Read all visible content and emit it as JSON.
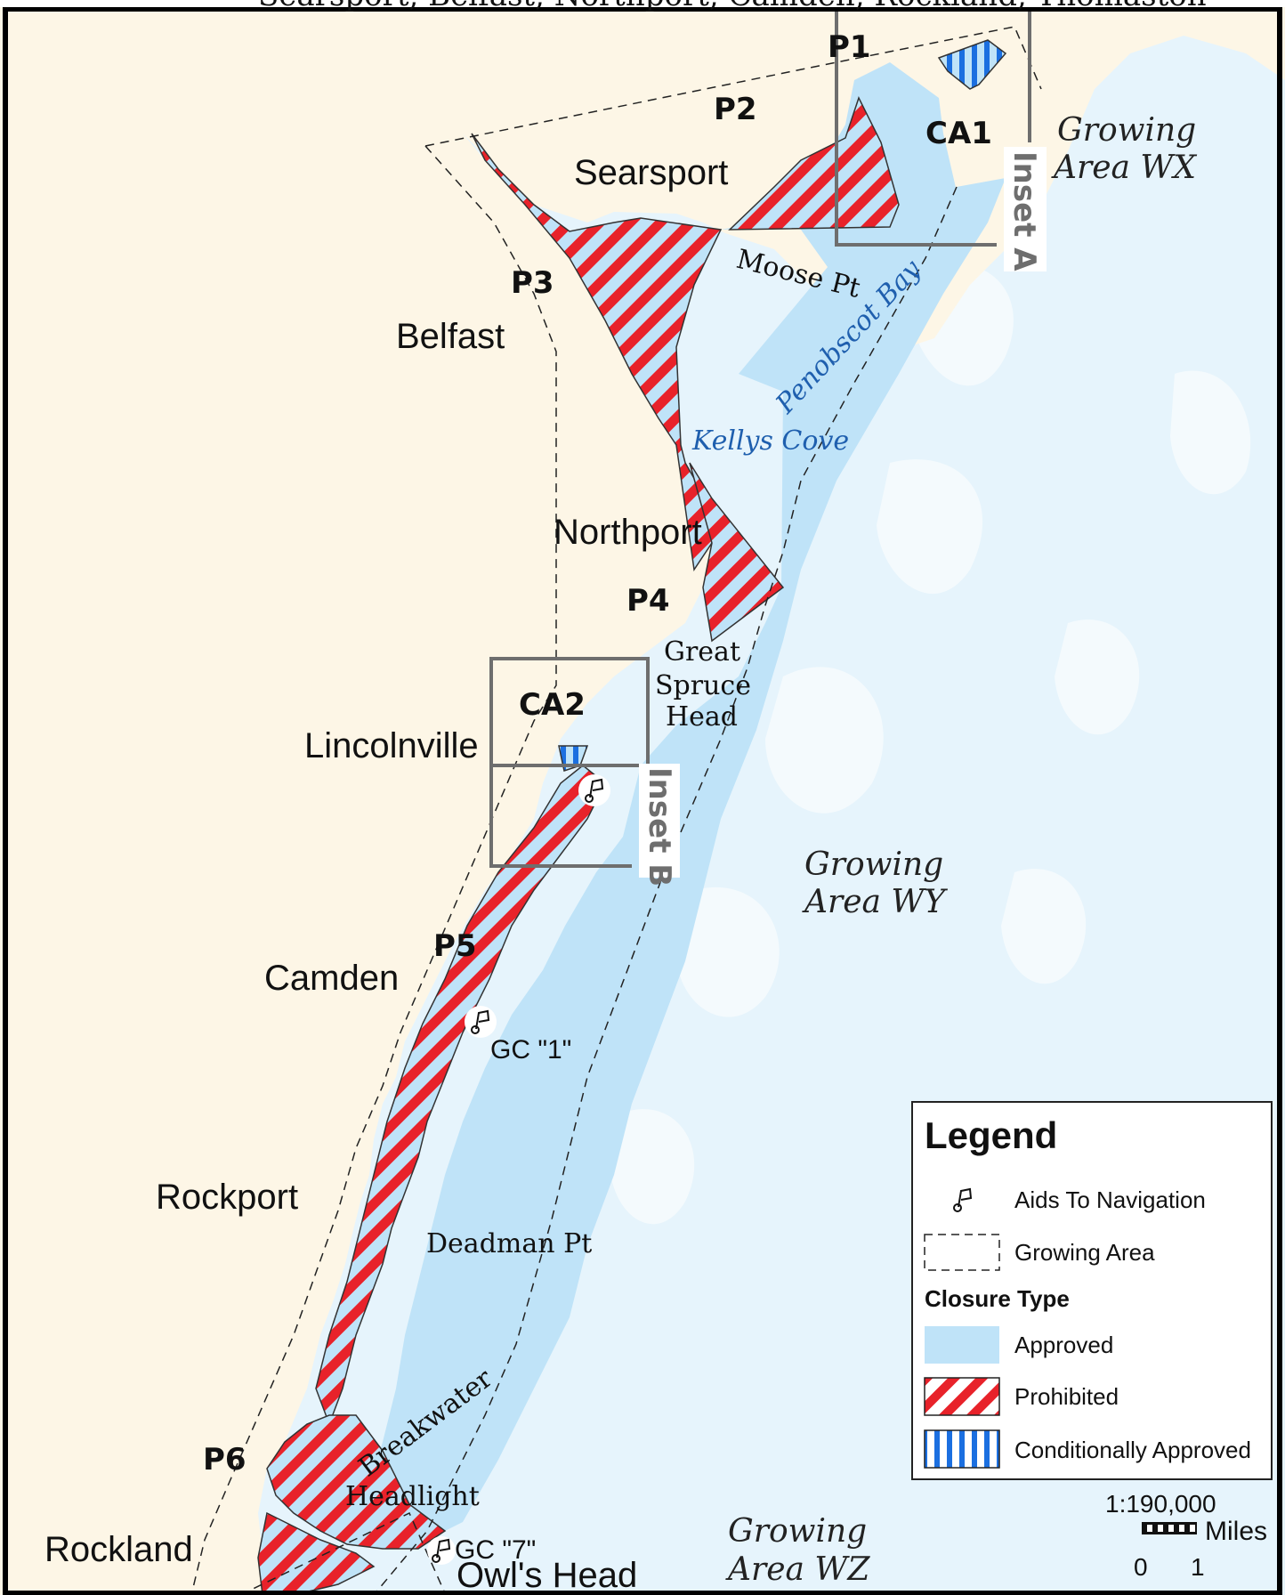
{
  "top_caption": "Searsport, Belfast, Northport, Camden, Rockland, Thomaston",
  "towns": {
    "searsport": "Searsport",
    "belfast": "Belfast",
    "northport": "Northport",
    "lincolnville": "Lincolnville",
    "camden": "Camden",
    "rockport": "Rockport",
    "rockland": "Rockland",
    "owls_head": "Owl's Head"
  },
  "area_codes": {
    "p1": "P1",
    "p2": "P2",
    "p3": "P3",
    "p4": "P4",
    "p5": "P5",
    "p6": "P6",
    "ca1": "CA1",
    "ca2": "CA2"
  },
  "places": {
    "moose_pt": "Moose Pt",
    "great": "Great",
    "spruce": "Spruce",
    "head": "Head",
    "deadman_pt": "Deadman Pt",
    "breakwater": "Breakwater",
    "headlight": "Headlight"
  },
  "water_names": {
    "penobscot_bay": "Penobscot Bay",
    "kellys_cove": "Kellys Cove"
  },
  "growing_areas": {
    "wx_line1": "Growing",
    "wx_line2": "Area WX",
    "wy_line1": "Growing",
    "wy_line2": "Area WY",
    "wz_line1": "Growing",
    "wz_line2": "Area WZ"
  },
  "insets": {
    "a": "Inset A",
    "b": "Inset B"
  },
  "nav_aids": {
    "gc1": "GC \"1\"",
    "gc7": "GC \"7\""
  },
  "legend": {
    "title": "Legend",
    "aids": "Aids To Navigation",
    "growing_area": "Growing Area",
    "closure_type": "Closure Type",
    "approved": "Approved",
    "prohibited": "Prohibited",
    "conditional": "Conditionally Approved"
  },
  "scale": {
    "ratio": "1:190,000",
    "unit": "Miles",
    "tick0": "0",
    "tick1": "1"
  },
  "colors": {
    "land": "#fdf6e6",
    "sea": "#e6f4fc",
    "approved": "#bfe3f8",
    "prohibited": "#e8222a",
    "conditional": "#1b6fe0"
  }
}
